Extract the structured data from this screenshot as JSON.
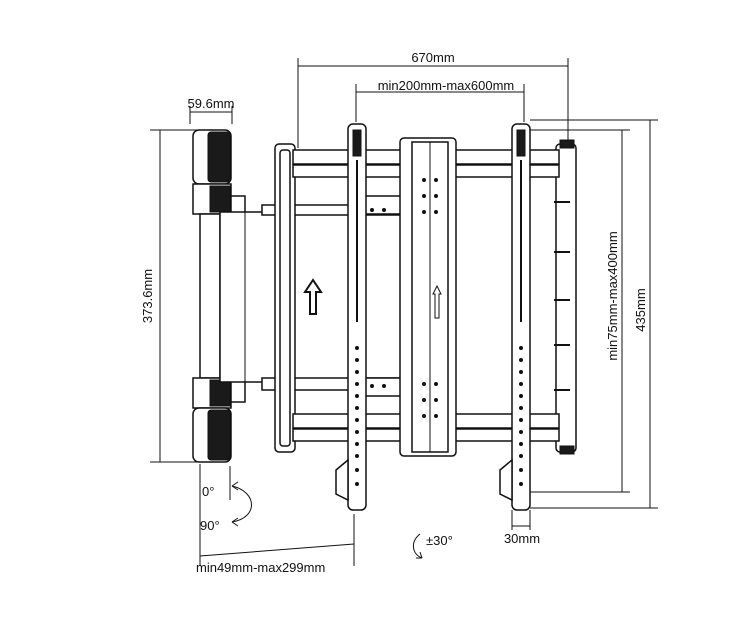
{
  "labels": {
    "total_width": "670mm",
    "hole_spacing_h": "min200mm-max600mm",
    "wall_plate_width": "59.6mm",
    "wall_plate_height": "373.6mm",
    "hole_spacing_v": "min75mm-max400mm",
    "total_height": "435mm",
    "tilt_top": "0°",
    "tilt_bottom": "90°",
    "swivel": "±30°",
    "arm_width": "30mm",
    "depth": "min49mm-max299mm"
  }
}
